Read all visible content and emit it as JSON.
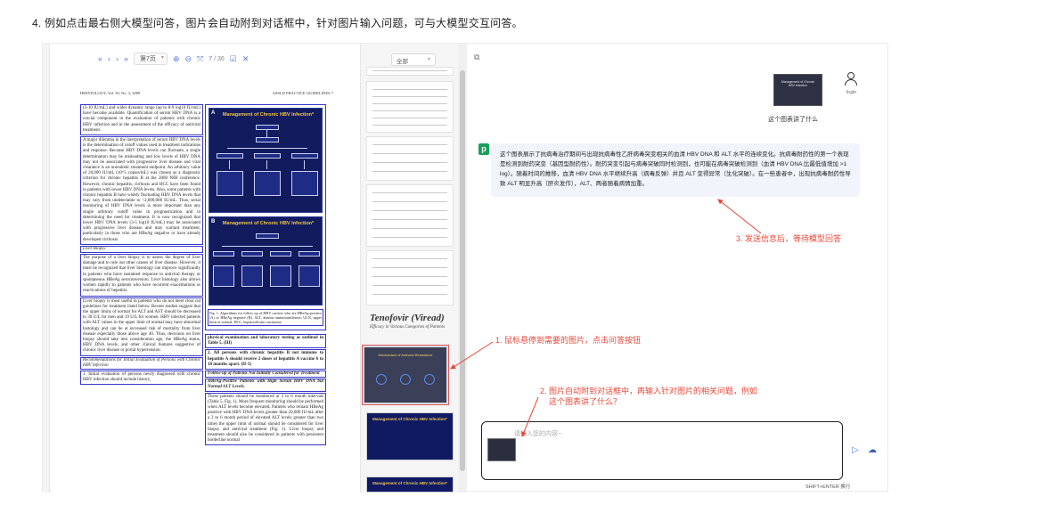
{
  "instruction": "4. 例如点击最右侧大模型问答，图片会自动附到对话框中，针对图片输入问题，可与大模型交互问答。",
  "viewer": {
    "toolbar": {
      "first": "«",
      "prev": "‹",
      "next": "›",
      "last": "»",
      "page_select": "第7页",
      "zoom_in": "⊕",
      "zoom_out": "⊖",
      "fit": "⤧",
      "page_current": "7",
      "page_total": "/ 36",
      "edit": "☑",
      "close": "✕"
    },
    "doc": {
      "header_left": "HEPATOLOGY, Vol. 50, No. 3, 2009",
      "header_right": "ASSLD PRACTICE GUIDELINES    7",
      "col1": [
        "(3-10 IU/mL) and wider dynamic range (up to 8-9 log10 IU/mL) have become available. Quantification of serum HBV DNA is a crucial component in the evaluation of patients with chronic HBV infection and in the assessment of the efficacy of antiviral treatment.",
        "A major dilemma in the interpretation of serum HBV DNA levels is the determination of cutoff values used in treatment indications and response. Because HBV DNA levels can fluctuate, a single determination may be misleading and low levels of HBV DNA may not be associated with progressive liver disease and viral clearance is an unrealistic treatment endpoint. An arbitrary value of 20,000 IU/mL (10^5 copies/mL) was chosen as a diagnostic criterion for chronic hepatitis B at the 2000 NIH conference. However, chronic hepatitis, cirrhosis and HCC have been found in patients with lower HBV DNA levels. Also, some patients with chronic hepatitis B have widely fluctuating HBV DNA levels that may vary from undetectable to >2,000,000 IU/mL. Thus, serial monitoring of HBV DNA levels is more important than any single arbitrary cutoff value in prognostication and in determining the need for treatment. It is now recognized that lower HBV DNA levels (3-5 log10 IU/mL) may be associated with progressive liver disease and may warrant treatment, particularly in those who are HBeAg negative or have already developed cirrhosis.",
        "The purpose of a liver biopsy is to assess the degree of liver damage and to rule out other causes of liver disease. However, it must be recognized that liver histology can improve significantly in patients who have sustained response to antiviral therapy or spontaneous HBeAg seroconversion. Liver histology also allows women rapidly to patients who have recurrent exacerbations or reactivations of hepatitis.",
        "Liver biopsy is most useful in patients who do not meet clear cut guidelines for treatment listed below. Recent studies suggest that the upper limits of normal for ALT and AST should be decreased to 30 U/L for men and 19 U/L for women. HBV infected patients with ALT values in the upper limit of normal may have abnormal histology and can be at increased risk of mortality from liver disease especially those above age 40. Thus, decisions on liver biopsy should take into consideration age, the HBeAg status, HBV DNA levels, and other clinical features suggestive of chronic liver disease or portal hypertension."
      ],
      "col1_heading1": "Liver Biopsy",
      "col1_heading2": "Recommendations for Initial Evaluation of Persons with Chronic HBV Infection",
      "col1_last": "1. Initial evaluation of persons newly diagnosed with chronic HBV infection should include history,",
      "fig_a_letter": "A",
      "fig_a_title": "Management of Chronic HBV Infection*",
      "fig_b_letter": "B",
      "fig_b_title": "Management of Chronic HBV Infection*",
      "fig_caption": "Fig. 1. Algorithms for follow up of HBV carriers who are HBeAg positive (A) or HBeAg negative (B). ALT, alanine aminotransferase; ULN, upper limit of normal; HCC, hepatocellular carcinoma.",
      "col2": [
        "physical examination and laboratory testing as outlined in Table 5. (III)",
        "2. All persons with chronic hepatitis B not immune to hepatitis A should receive 2 doses of hepatitis A vaccine 6 to 18 months apart. (II-3)"
      ],
      "col2_heading1": "Follow-up of Patients Not Initially Considered for Treatment",
      "col2_heading2": "HBeAg-Positive Patients with High Serum HBV DNA but Normal ALT Levels.",
      "col2_body": "These patients should be monitored at 3 to 6 month intervals (Table 5, Fig. 1). More frequent monitoring should be performed when ALT levels become elevated. Patients who remain HBeAg positive with HBV DNA levels greater than 20,000 IU/mL after a 3 to 6 month period of elevated ALT levels greater than two times the upper limit of normal should be considered for liver biopsy and antiviral treatment (Fig. 1). Liver biopsy and treatment should also be considered in patients with persistent borderline normal"
    },
    "thumbs": {
      "filter": "全部",
      "tenofovir_title": "Tenofovir (Viread)",
      "tenofovir_sub": "Efficacy in Various Categories of Patients",
      "hover_title": "Mechanism of Antiviral Resistance",
      "dark_title": "Management of Chronic HBV Infection*"
    }
  },
  "chat": {
    "user_name": "liujin",
    "user_question": "这个图表讲了什么",
    "user_image_caption": "Management of Chronic HBV Infection",
    "bot_avatar": "p",
    "bot_answer": "这个图表展示了抗病毒治疗期间与出现抗病毒性乙肝病毒突变相关的血清 HBV DNA 和 ALT 水平的连续变化。抗病毒耐药性的第一个表现是检测到耐药突变（基因型耐药性）。耐药突变引起与病毒突破同时检测到，也可能在病毒突破检测到（血清 HBV DNA 比最低值增加 >1 log）。随着时间的推移，血清 HBV DNA 水平继续升高（病毒反弹）并且 ALT 变得异常（生化突破）。在一些患者中，出现抗病毒耐药性导致 ALT 明显升高（肝炎发作），ALT、两者随着病情加重。",
    "input_placeholder": "请输入您的内容~",
    "send_icon": "▷",
    "cloud_icon": "☁",
    "hint": "SHIFT+ENTER 换行"
  },
  "annotations": {
    "step1": "1. 鼠标悬停到需要的图片，点击问答按钮",
    "step2_line1": "2. 图片自动附到对话框中，再输入针对图片的相关问题，例如",
    "step2_line2": "这个图表讲了什么？",
    "step3": "3. 发送信息后，等待模型回答"
  },
  "colors": {
    "annotation": "#e8493a",
    "highlight_box": "#3636c9",
    "slide_bg": "#121b5e",
    "bot_bubble": "#f1f5fb",
    "bot_avatar": "#18a05a"
  }
}
